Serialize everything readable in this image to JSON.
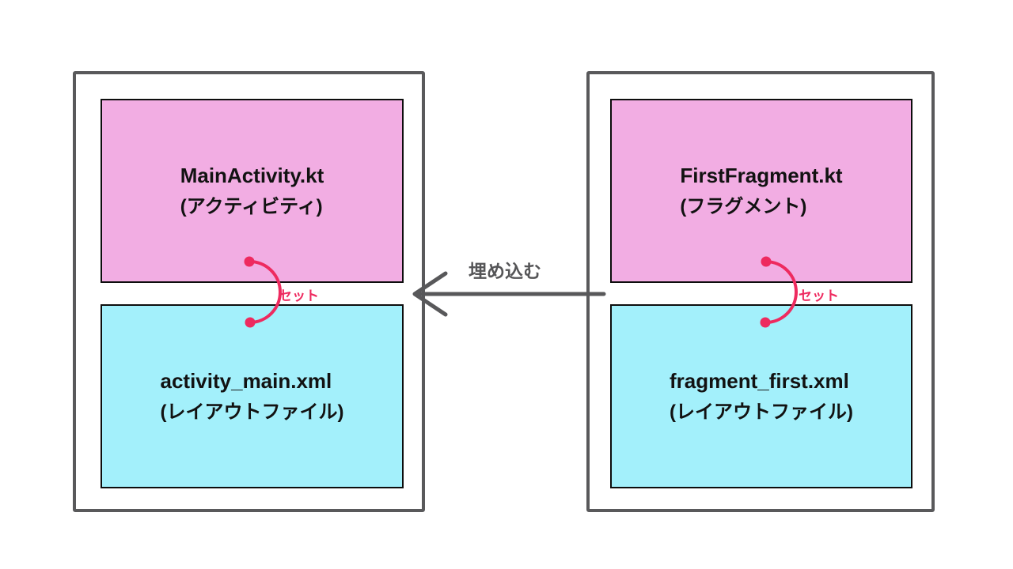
{
  "diagram": {
    "left": {
      "code_card": {
        "title": "MainActivity.kt",
        "subtitle": "(アクティビティ)"
      },
      "layout_card": {
        "title": "activity_main.xml",
        "subtitle": "(レイアウトファイル)"
      },
      "set_label": "セット"
    },
    "right": {
      "code_card": {
        "title": "FirstFragment.kt",
        "subtitle": "(フラグメント)"
      },
      "layout_card": {
        "title": "fragment_first.xml",
        "subtitle": "(レイアウトファイル)"
      },
      "set_label": "セット"
    },
    "arrow": {
      "label": "埋め込む"
    },
    "colors": {
      "code_fill": "#f2ade3",
      "layout_fill": "#a3f0fb",
      "connector": "#ee2a5f",
      "arrow_gray": "#58585a",
      "label_gray": "#555557",
      "panel_border": "#59595b",
      "card_border": "#0d0d0d"
    }
  }
}
